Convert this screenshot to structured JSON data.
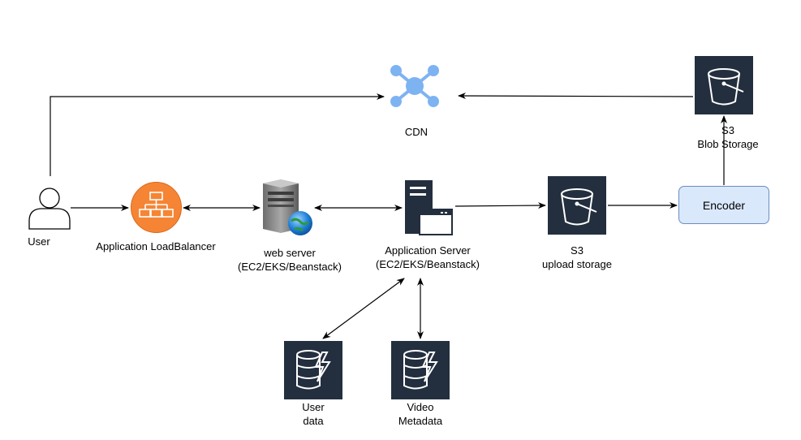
{
  "nodes": {
    "user": "User",
    "alb": "Application LoadBalancer",
    "web_server": "web server\n(EC2/EKS/Beanstack)",
    "app_server": "Application Server\n(EC2/EKS/Beanstack)",
    "s3_upload": "S3\nupload storage",
    "encoder": "Encoder",
    "s3_blob": "S3\nBlob Storage",
    "cdn": "CDN",
    "user_data": "User\ndata",
    "video_metadata": "Video\nMetadata"
  },
  "colors": {
    "aws_dark": "#232f3e",
    "alb_orange": "#f58534",
    "cdn_blue": "#7eb3f2",
    "encoder_fill": "#dae8fc",
    "encoder_border": "#6c8ebf"
  },
  "icons": {
    "user": "user-icon",
    "alb": "load-balancer-icon",
    "web_server": "web-server-icon",
    "app_server": "application-server-icon",
    "s3_upload": "s3-bucket-icon",
    "s3_blob": "s3-bucket-icon",
    "cdn": "cdn-network-icon",
    "user_data": "dynamodb-icon",
    "video_metadata": "dynamodb-icon"
  }
}
